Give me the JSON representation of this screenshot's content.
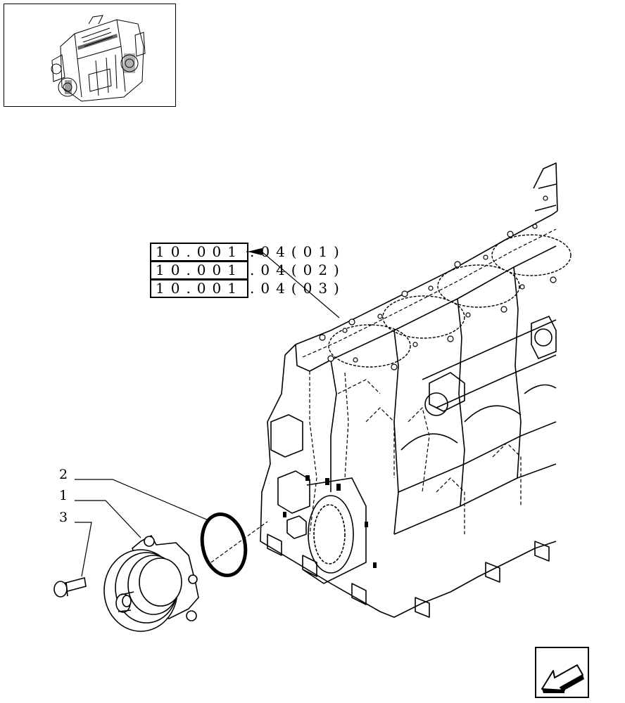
{
  "thumbnail": {
    "icon": "engine-thumbnail-icon"
  },
  "reference_codes": [
    {
      "code": "10.001",
      "suffix": ".04(01)"
    },
    {
      "code": "10.001",
      "suffix": ".04(02)"
    },
    {
      "code": "10.001",
      "suffix": ".04(03)"
    }
  ],
  "callouts": [
    {
      "number": "2"
    },
    {
      "number": "1"
    },
    {
      "number": "3"
    }
  ],
  "navigation": {
    "icon": "prev-page-arrow-icon"
  }
}
